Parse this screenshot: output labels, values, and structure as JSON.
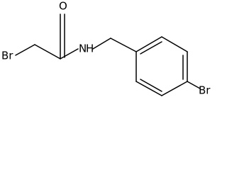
{
  "molecule": {
    "atom_labels": {
      "bromine_left": "Br",
      "oxygen": "O",
      "nitrogen": "N",
      "hydrogen": "H",
      "bromine_right": "Br"
    }
  }
}
